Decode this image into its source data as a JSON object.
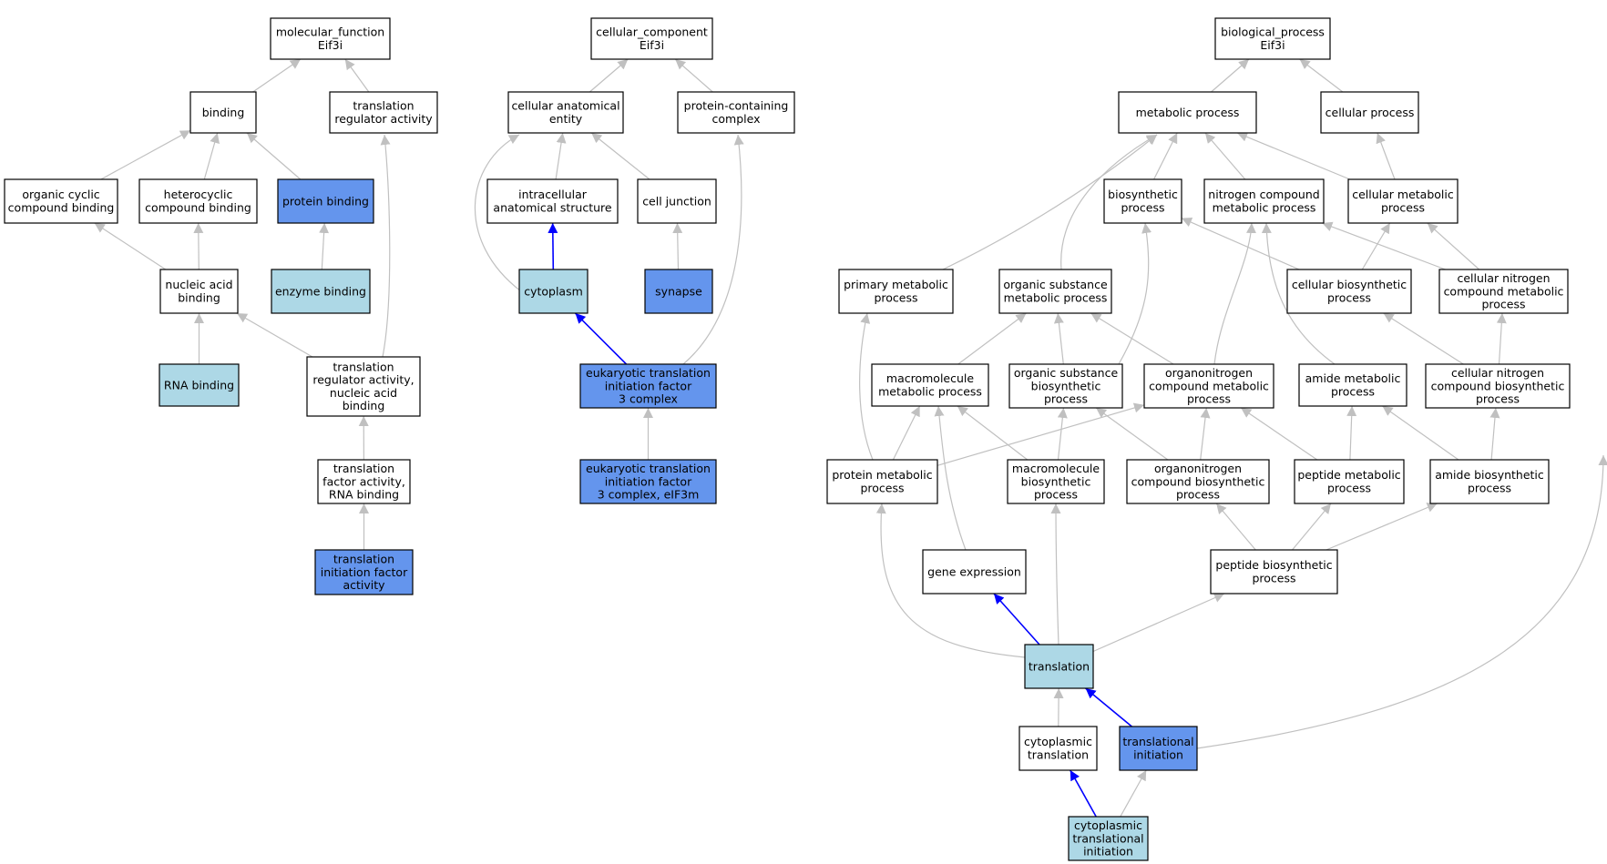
{
  "colors": {
    "node_default": "#ffffff",
    "node_light": "#add8e6",
    "node_dark": "#6495ed",
    "edge_gray": "#c0c0c0",
    "edge_blue": "#0000ff",
    "border": "#000000"
  },
  "nodes": [
    {
      "id": "mf",
      "lines": [
        "molecular_function",
        "Eif3i"
      ],
      "fill": "default"
    },
    {
      "id": "binding",
      "lines": [
        "binding"
      ],
      "fill": "default"
    },
    {
      "id": "tra",
      "lines": [
        "translation",
        "regulator activity"
      ],
      "fill": "default"
    },
    {
      "id": "ocb",
      "lines": [
        "organic cyclic",
        "compound binding"
      ],
      "fill": "default"
    },
    {
      "id": "hcb",
      "lines": [
        "heterocyclic",
        "compound binding"
      ],
      "fill": "default"
    },
    {
      "id": "pb",
      "lines": [
        "protein binding"
      ],
      "fill": "dark"
    },
    {
      "id": "nab",
      "lines": [
        "nucleic acid",
        "binding"
      ],
      "fill": "default"
    },
    {
      "id": "eb",
      "lines": [
        "enzyme binding"
      ],
      "fill": "light"
    },
    {
      "id": "rnab",
      "lines": [
        "RNA binding"
      ],
      "fill": "light"
    },
    {
      "id": "tranab",
      "lines": [
        "translation",
        "regulator activity,",
        "nucleic acid",
        "binding"
      ],
      "fill": "default"
    },
    {
      "id": "tfa",
      "lines": [
        "translation",
        "factor activity,",
        "RNA binding"
      ],
      "fill": "default"
    },
    {
      "id": "tifa",
      "lines": [
        "translation",
        "initiation factor",
        "activity"
      ],
      "fill": "dark"
    },
    {
      "id": "cc",
      "lines": [
        "cellular_component",
        "Eif3i"
      ],
      "fill": "default"
    },
    {
      "id": "cae",
      "lines": [
        "cellular anatomical",
        "entity"
      ],
      "fill": "default"
    },
    {
      "id": "pcc",
      "lines": [
        "protein-containing",
        "complex"
      ],
      "fill": "default"
    },
    {
      "id": "ias",
      "lines": [
        "intracellular",
        "anatomical structure"
      ],
      "fill": "default"
    },
    {
      "id": "cj",
      "lines": [
        "cell junction"
      ],
      "fill": "default"
    },
    {
      "id": "cyto",
      "lines": [
        "cytoplasm"
      ],
      "fill": "light"
    },
    {
      "id": "syn",
      "lines": [
        "synapse"
      ],
      "fill": "dark"
    },
    {
      "id": "etif3",
      "lines": [
        "eukaryotic translation",
        "initiation factor",
        "3 complex"
      ],
      "fill": "dark"
    },
    {
      "id": "etif3m",
      "lines": [
        "eukaryotic translation",
        "initiation factor",
        "3 complex, eIF3m"
      ],
      "fill": "dark"
    },
    {
      "id": "bp",
      "lines": [
        "biological_process",
        "Eif3i"
      ],
      "fill": "default"
    },
    {
      "id": "metp",
      "lines": [
        "metabolic process"
      ],
      "fill": "default"
    },
    {
      "id": "cellp",
      "lines": [
        "cellular process"
      ],
      "fill": "default"
    },
    {
      "id": "biop",
      "lines": [
        "biosynthetic",
        "process"
      ],
      "fill": "default"
    },
    {
      "id": "ncmp",
      "lines": [
        "nitrogen compound",
        "metabolic process"
      ],
      "fill": "default"
    },
    {
      "id": "cmp",
      "lines": [
        "cellular metabolic",
        "process"
      ],
      "fill": "default"
    },
    {
      "id": "pmp",
      "lines": [
        "primary metabolic",
        "process"
      ],
      "fill": "default"
    },
    {
      "id": "osmp",
      "lines": [
        "organic substance",
        "metabolic process"
      ],
      "fill": "default"
    },
    {
      "id": "cbp",
      "lines": [
        "cellular biosynthetic",
        "process"
      ],
      "fill": "default"
    },
    {
      "id": "cncmp",
      "lines": [
        "cellular nitrogen",
        "compound metabolic",
        "process"
      ],
      "fill": "default"
    },
    {
      "id": "mmp",
      "lines": [
        "macromolecule",
        "metabolic process"
      ],
      "fill": "default"
    },
    {
      "id": "osbp",
      "lines": [
        "organic substance",
        "biosynthetic",
        "process"
      ],
      "fill": "default"
    },
    {
      "id": "oncmp",
      "lines": [
        "organonitrogen",
        "compound metabolic",
        "process"
      ],
      "fill": "default"
    },
    {
      "id": "amp",
      "lines": [
        "amide metabolic",
        "process"
      ],
      "fill": "default"
    },
    {
      "id": "cncbp",
      "lines": [
        "cellular nitrogen",
        "compound biosynthetic",
        "process"
      ],
      "fill": "default"
    },
    {
      "id": "prmp",
      "lines": [
        "protein metabolic",
        "process"
      ],
      "fill": "default"
    },
    {
      "id": "mbp",
      "lines": [
        "macromolecule",
        "biosynthetic",
        "process"
      ],
      "fill": "default"
    },
    {
      "id": "oncbp",
      "lines": [
        "organonitrogen",
        "compound biosynthetic",
        "process"
      ],
      "fill": "default"
    },
    {
      "id": "pepmp",
      "lines": [
        "peptide metabolic",
        "process"
      ],
      "fill": "default"
    },
    {
      "id": "abp",
      "lines": [
        "amide biosynthetic",
        "process"
      ],
      "fill": "default"
    },
    {
      "id": "ge",
      "lines": [
        "gene expression"
      ],
      "fill": "default"
    },
    {
      "id": "pepbp",
      "lines": [
        "peptide biosynthetic",
        "process"
      ],
      "fill": "default"
    },
    {
      "id": "trans",
      "lines": [
        "translation"
      ],
      "fill": "light"
    },
    {
      "id": "ctrans",
      "lines": [
        "cytoplasmic",
        "translation"
      ],
      "fill": "default"
    },
    {
      "id": "tinit",
      "lines": [
        "translational",
        "initiation"
      ],
      "fill": "dark"
    },
    {
      "id": "ctinit",
      "lines": [
        "cytoplasmic",
        "translational",
        "initiation"
      ],
      "fill": "light"
    }
  ],
  "edges": [
    {
      "from": "binding",
      "to": "mf",
      "color": "gray"
    },
    {
      "from": "tra",
      "to": "mf",
      "color": "gray"
    },
    {
      "from": "ocb",
      "to": "binding",
      "color": "gray"
    },
    {
      "from": "hcb",
      "to": "binding",
      "color": "gray"
    },
    {
      "from": "pb",
      "to": "binding",
      "color": "gray"
    },
    {
      "from": "nab",
      "to": "ocb",
      "color": "gray"
    },
    {
      "from": "nab",
      "to": "hcb",
      "color": "gray"
    },
    {
      "from": "eb",
      "to": "pb",
      "color": "gray"
    },
    {
      "from": "rnab",
      "to": "nab",
      "color": "gray"
    },
    {
      "from": "tranab",
      "to": "nab",
      "color": "gray"
    },
    {
      "from": "tranab",
      "to": "tra",
      "color": "gray"
    },
    {
      "from": "tfa",
      "to": "tranab",
      "color": "gray"
    },
    {
      "from": "tifa",
      "to": "tfa",
      "color": "gray"
    },
    {
      "from": "cae",
      "to": "cc",
      "color": "gray"
    },
    {
      "from": "pcc",
      "to": "cc",
      "color": "gray"
    },
    {
      "from": "ias",
      "to": "cae",
      "color": "gray"
    },
    {
      "from": "cj",
      "to": "cae",
      "color": "gray"
    },
    {
      "from": "cyto",
      "to": "cae",
      "color": "gray"
    },
    {
      "from": "cyto",
      "to": "ias",
      "color": "blue"
    },
    {
      "from": "syn",
      "to": "cj",
      "color": "gray"
    },
    {
      "from": "etif3",
      "to": "cyto",
      "color": "blue"
    },
    {
      "from": "etif3",
      "to": "pcc",
      "color": "gray"
    },
    {
      "from": "etif3m",
      "to": "etif3",
      "color": "gray"
    },
    {
      "from": "metp",
      "to": "bp",
      "color": "gray"
    },
    {
      "from": "cellp",
      "to": "bp",
      "color": "gray"
    },
    {
      "from": "biop",
      "to": "metp",
      "color": "gray"
    },
    {
      "from": "ncmp",
      "to": "metp",
      "color": "gray"
    },
    {
      "from": "cmp",
      "to": "metp",
      "color": "gray"
    },
    {
      "from": "cmp",
      "to": "cellp",
      "color": "gray"
    },
    {
      "from": "pmp",
      "to": "metp",
      "color": "gray"
    },
    {
      "from": "osmp",
      "to": "metp",
      "color": "gray"
    },
    {
      "from": "cbp",
      "to": "biop",
      "color": "gray"
    },
    {
      "from": "cbp",
      "to": "cmp",
      "color": "gray"
    },
    {
      "from": "cncmp",
      "to": "ncmp",
      "color": "gray"
    },
    {
      "from": "cncmp",
      "to": "cmp",
      "color": "gray"
    },
    {
      "from": "mmp",
      "to": "osmp",
      "color": "gray"
    },
    {
      "from": "osbp",
      "to": "osmp",
      "color": "gray"
    },
    {
      "from": "osbp",
      "to": "biop",
      "color": "gray"
    },
    {
      "from": "oncmp",
      "to": "osmp",
      "color": "gray"
    },
    {
      "from": "oncmp",
      "to": "ncmp",
      "color": "gray"
    },
    {
      "from": "amp",
      "to": "ncmp",
      "color": "gray"
    },
    {
      "from": "cncbp",
      "to": "cbp",
      "color": "gray"
    },
    {
      "from": "cncbp",
      "to": "cncmp",
      "color": "gray"
    },
    {
      "from": "prmp",
      "to": "pmp",
      "color": "gray"
    },
    {
      "from": "prmp",
      "to": "mmp",
      "color": "gray"
    },
    {
      "from": "prmp",
      "to": "oncmp",
      "color": "gray"
    },
    {
      "from": "mbp",
      "to": "mmp",
      "color": "gray"
    },
    {
      "from": "mbp",
      "to": "osbp",
      "color": "gray"
    },
    {
      "from": "oncbp",
      "to": "oncmp",
      "color": "gray"
    },
    {
      "from": "oncbp",
      "to": "osbp",
      "color": "gray"
    },
    {
      "from": "pepmp",
      "to": "oncmp",
      "color": "gray"
    },
    {
      "from": "pepmp",
      "to": "amp",
      "color": "gray"
    },
    {
      "from": "abp",
      "to": "amp",
      "color": "gray"
    },
    {
      "from": "abp",
      "to": "cncbp",
      "color": "gray"
    },
    {
      "from": "ge",
      "to": "mmp",
      "color": "gray"
    },
    {
      "from": "pepbp",
      "to": "oncbp",
      "color": "gray"
    },
    {
      "from": "pepbp",
      "to": "pepmp",
      "color": "gray"
    },
    {
      "from": "pepbp",
      "to": "abp",
      "color": "gray"
    },
    {
      "from": "trans",
      "to": "ge",
      "color": "blue"
    },
    {
      "from": "trans",
      "to": "prmp",
      "color": "gray"
    },
    {
      "from": "trans",
      "to": "mbp",
      "color": "gray"
    },
    {
      "from": "trans",
      "to": "pepbp",
      "color": "gray"
    },
    {
      "from": "ctrans",
      "to": "trans",
      "color": "gray"
    },
    {
      "from": "tinit",
      "to": "trans",
      "color": "blue"
    },
    {
      "from": "tinit",
      "to": "cmp",
      "color": "gray"
    },
    {
      "from": "ctinit",
      "to": "ctrans",
      "color": "blue"
    },
    {
      "from": "ctinit",
      "to": "tinit",
      "color": "gray"
    }
  ]
}
